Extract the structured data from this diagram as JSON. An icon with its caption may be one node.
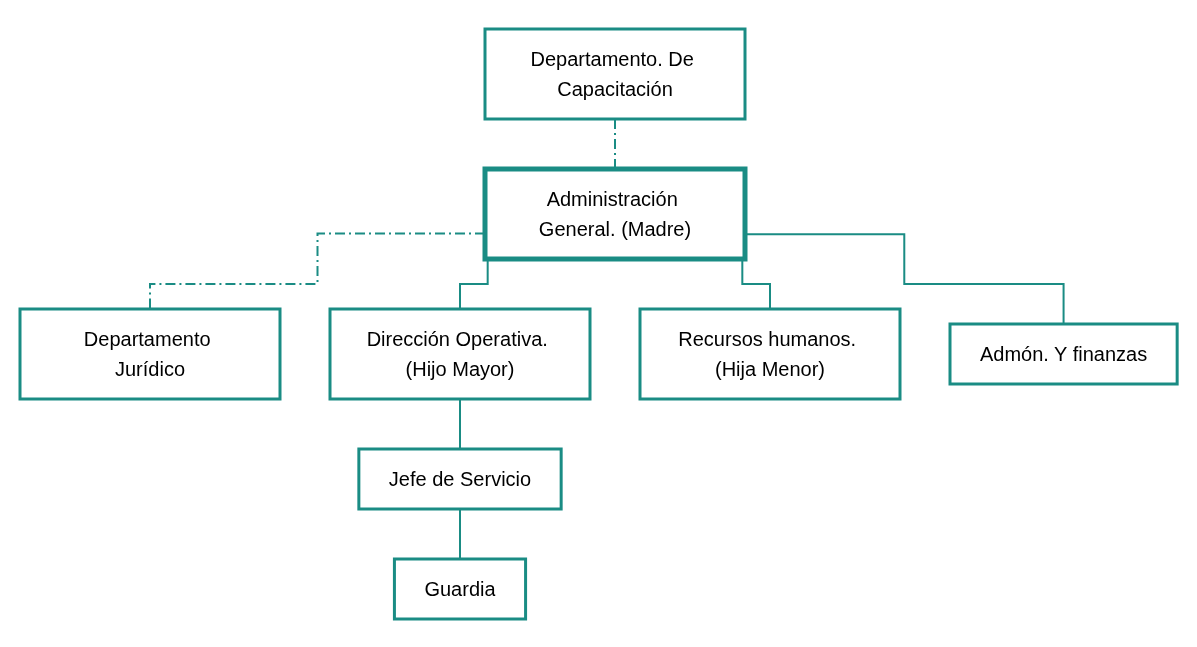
{
  "diagram": {
    "nodes": [
      {
        "text": [
          "Departamento. De Capacitación"
        ]
      },
      {
        "text": [
          "Administración General. (Madre)"
        ]
      },
      {
        "text": [
          "Departamento Jurídico"
        ]
      },
      {
        "text": [
          "Dirección Operativa. (Hijo Mayor)"
        ]
      },
      {
        "text": [
          "Recursos humanos. (Hija Menor)"
        ]
      },
      {
        "text": [
          "Admón. Y finanzas"
        ]
      },
      {
        "text": [
          "Jefe de Servicio"
        ]
      },
      {
        "text": [
          "Guardia"
        ]
      }
    ],
    "edges": [
      {
        "from": 0,
        "to": 1,
        "arrow": "none",
        "style": "dashed"
      },
      {
        "from": 1,
        "to": 2,
        "arrow": "none",
        "style": "dashed"
      },
      {
        "from": 1,
        "to": 3,
        "arrow": "none"
      },
      {
        "from": 1,
        "to": 4,
        "arrow": "none"
      },
      {
        "from": 1,
        "to": 5,
        "arrow": "none"
      },
      {
        "from": 3,
        "to": 6,
        "arrow": "none"
      },
      {
        "from": 6,
        "to": 7,
        "arrow": "none"
      }
    ]
  }
}
